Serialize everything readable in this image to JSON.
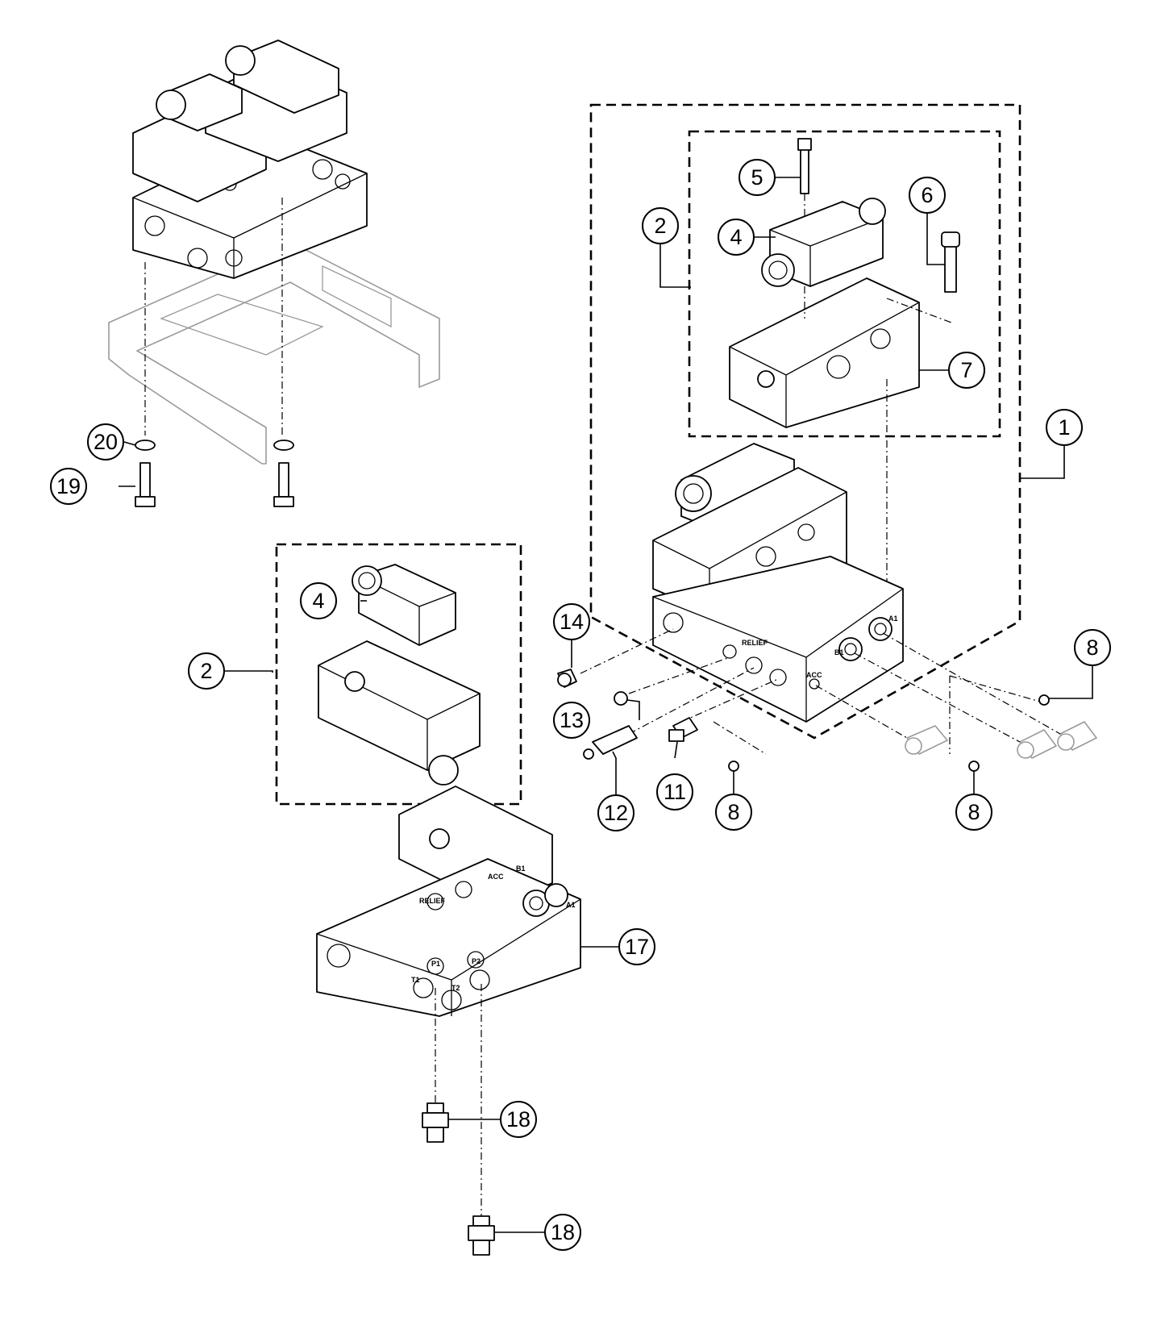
{
  "callouts": [
    {
      "id": "c1",
      "label": "1"
    },
    {
      "id": "c2a",
      "label": "2"
    },
    {
      "id": "c2b",
      "label": "2"
    },
    {
      "id": "c4a",
      "label": "4"
    },
    {
      "id": "c4b",
      "label": "4"
    },
    {
      "id": "c5",
      "label": "5"
    },
    {
      "id": "c6",
      "label": "6"
    },
    {
      "id": "c7",
      "label": "7"
    },
    {
      "id": "c8a",
      "label": "8"
    },
    {
      "id": "c8b",
      "label": "8"
    },
    {
      "id": "c8c",
      "label": "8"
    },
    {
      "id": "c11",
      "label": "11"
    },
    {
      "id": "c12",
      "label": "12"
    },
    {
      "id": "c13",
      "label": "13"
    },
    {
      "id": "c14",
      "label": "14"
    },
    {
      "id": "c17",
      "label": "17"
    },
    {
      "id": "c18a",
      "label": "18"
    },
    {
      "id": "c18b",
      "label": "18"
    },
    {
      "id": "c19",
      "label": "19"
    },
    {
      "id": "c20",
      "label": "20"
    }
  ],
  "port_labels": {
    "relief": "RELIEF",
    "acc": "ACC",
    "b1": "B1",
    "a1": "A1",
    "p1": "P1",
    "t1": "T1",
    "p2": "P2",
    "t2": "T2"
  }
}
